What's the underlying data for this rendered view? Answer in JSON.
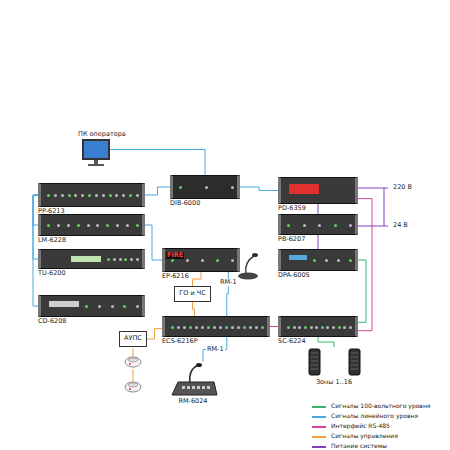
{
  "diagram": {
    "nodes": [
      {
        "text": [
          "ПК оператора"
        ]
      },
      {
        "text": [
          "PP-6213"
        ]
      },
      {
        "text": [
          "LM-6228"
        ]
      },
      {
        "text": [
          "TU-6200"
        ]
      },
      {
        "text": [
          "CD-6208"
        ]
      },
      {
        "text": [
          "DIB-6000"
        ]
      },
      {
        "text": [
          "PD-6359"
        ]
      },
      {
        "text": [
          "PB-6207"
        ]
      },
      {
        "text": [
          "DPA-600S"
        ]
      },
      {
        "text": [
          "EP-6216"
        ]
      },
      {
        "text": [
          "ГО и ЧС"
        ]
      },
      {
        "text": [
          "ECS-6216P"
        ]
      },
      {
        "text": [
          "SC-6224"
        ]
      },
      {
        "text": [
          "АУПС"
        ]
      },
      {
        "text": [
          "RM-6024"
        ]
      },
      {
        "text": [
          "Зоны 1..16"
        ]
      }
    ],
    "edges": [
      {
        "from": 0,
        "to": 5,
        "arrow": "none"
      },
      {
        "from": 1,
        "to": 5,
        "arrow": "none"
      },
      {
        "from": 5,
        "to": 6,
        "arrow": "none"
      },
      {
        "from": 2,
        "to": 1,
        "arrow": "none"
      },
      {
        "from": 3,
        "to": 1,
        "arrow": "none"
      },
      {
        "from": 4,
        "to": 1,
        "arrow": "none"
      },
      {
        "from": 2,
        "to": 9,
        "arrow": "none"
      },
      {
        "from": 9,
        "to": 11,
        "label": "RM-1",
        "arrow": "none"
      },
      {
        "from": 9,
        "to": 10,
        "arrow": "none"
      },
      {
        "from": 10,
        "to": 11,
        "arrow": "none"
      },
      {
        "from": 11,
        "to": 13,
        "arrow": "none"
      },
      {
        "from": 11,
        "to": 14,
        "label": "RM-1",
        "arrow": "none"
      },
      {
        "from": 6,
        "to": 7,
        "arrow": "none"
      },
      {
        "from": 7,
        "to": 8,
        "arrow": "none"
      },
      {
        "from": 8,
        "to": 12,
        "arrow": "none"
      },
      {
        "from": 12,
        "to": 15,
        "arrow": "none"
      },
      {
        "from": 11,
        "to": 12,
        "arrow": "none"
      },
      {
        "from": 6,
        "to": 12,
        "arrow": "none"
      }
    ],
    "labels": [
      "220 В",
      "24 В",
      "FIRE"
    ],
    "legend": [
      {
        "text": "Сигналы 100-вольтного уровня",
        "color": "#3cb371"
      },
      {
        "text": "Сигналы линейного уровня",
        "color": "#4aa8e0"
      },
      {
        "text": "Интерфейс RS-485",
        "color": "#e040a0"
      },
      {
        "text": "Сигналы управления",
        "color": "#f0a040"
      },
      {
        "text": "Питание системы",
        "color": "#8040c0"
      }
    ]
  }
}
